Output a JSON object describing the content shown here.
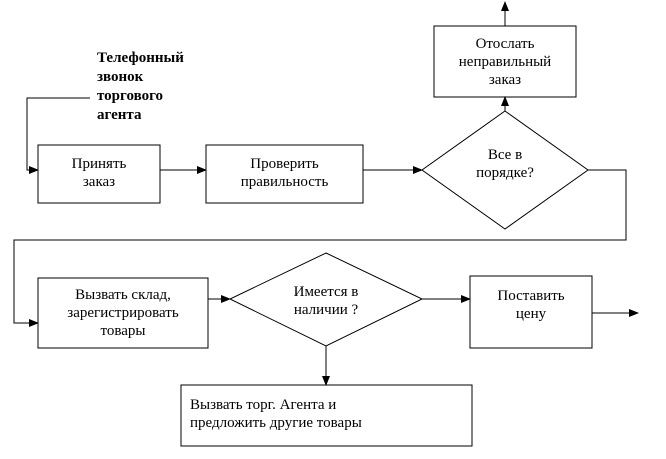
{
  "trigger": "Телефонный\nзвонок\nторгового\nагента",
  "nodes": {
    "accept_order": "Принять\nзаказ",
    "check_correctness": "Проверить\nправильность",
    "all_ok": "Все в\nпорядке?",
    "send_wrong_order": "Отослать\nнеправильный\nзаказ",
    "call_warehouse": "Вызвать склад,\nзарегистрировать\nтовары",
    "in_stock": "Имеется в\nналичии ?",
    "set_price": "Поставить\nцену",
    "call_agent": "Вызвать торг. Агента и\nпредложить другие товары"
  }
}
